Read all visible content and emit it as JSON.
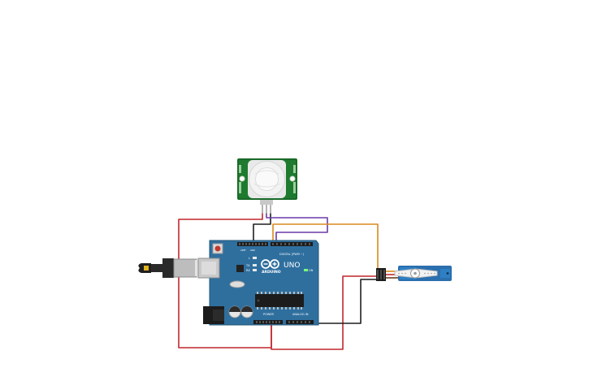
{
  "arduino": {
    "brand_text": "ARDUINO",
    "model_text": "UNO",
    "digital_label": "DIGITAL (PWM ~)",
    "power_label": "POWER",
    "analog_label": "ANALOG IN",
    "on_label": "ON",
    "tx_label": "TX",
    "rx_label": "RX",
    "l_label": "L",
    "aref_label": "AREF",
    "gnd_label": "GND"
  },
  "wire_colors": {
    "red": "#c1272d",
    "black": "#1f1f1f",
    "purple": "#6a3aa8",
    "orange": "#d98a1e",
    "board": "#2f6f9e",
    "pir_green": "#1e7a2e"
  }
}
